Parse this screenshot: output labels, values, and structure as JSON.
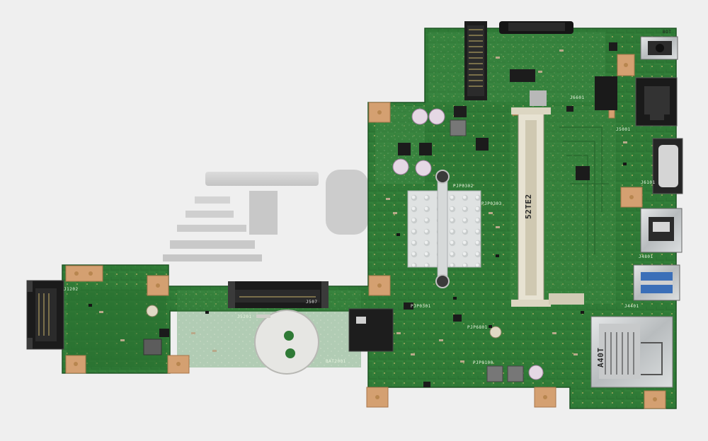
{
  "photo": {
    "subject": "Laptop motherboard",
    "colors": {
      "background": "#efefef",
      "pcb": "#2f7a36",
      "pcb_dark": "#255f2b",
      "copper_pad": "#d4a071",
      "heatsink": "#d9dcdc",
      "ram_slot": "#e6e0cf",
      "chip": "#1d1d1d",
      "connector_metal": "#c9cbcc"
    }
  },
  "labels": {
    "ram_marking": "52TE2",
    "sd_marking": "A40T",
    "battery_marking": "BAT2001",
    "sata_marking": "J507",
    "top_right_marking": "BOT",
    "ref_1": "J4401",
    "ref_2": "J4801",
    "ref_3": "J5001",
    "ref_4": "J6101",
    "ref_5": "PJP0302",
    "ref_6": "PJP6801",
    "ref_7": "J1202",
    "ref_8": "PJP0301",
    "ref_9": "PJP0303",
    "ref_10": "J5201",
    "ref_11": "PJP0100",
    "ref_12": "J6601"
  }
}
